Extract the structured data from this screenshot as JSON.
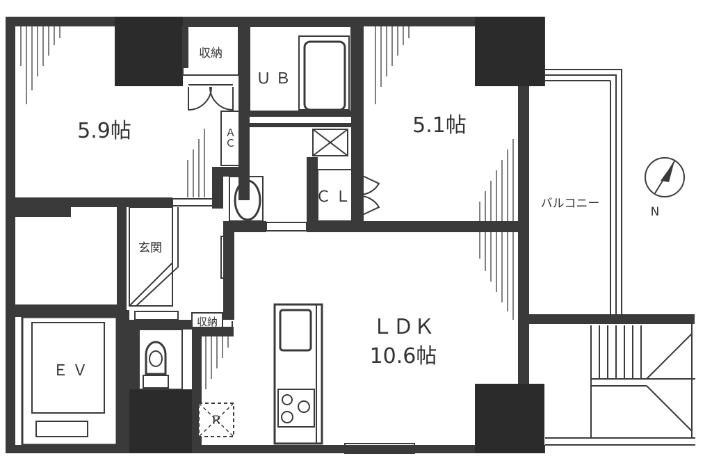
{
  "rooms": {
    "western1": "5.9帖",
    "western2": "5.1帖",
    "ldk_name": "ＬＤＫ",
    "ldk_size": "10.6帖"
  },
  "labels": {
    "storage_top": "収納",
    "storage_entry": "収納",
    "ac": "ＡＣ",
    "ub": "ＵＢ",
    "cl": "ＣＬ",
    "entrance": "玄関",
    "balcony": "バルコニー",
    "ev": "ＥＶ",
    "refrigerator": "Ｒ",
    "north": "N"
  },
  "colors": {
    "wall": "#3a3a3a",
    "column": "#2b2b2b",
    "background": "#ffffff"
  }
}
